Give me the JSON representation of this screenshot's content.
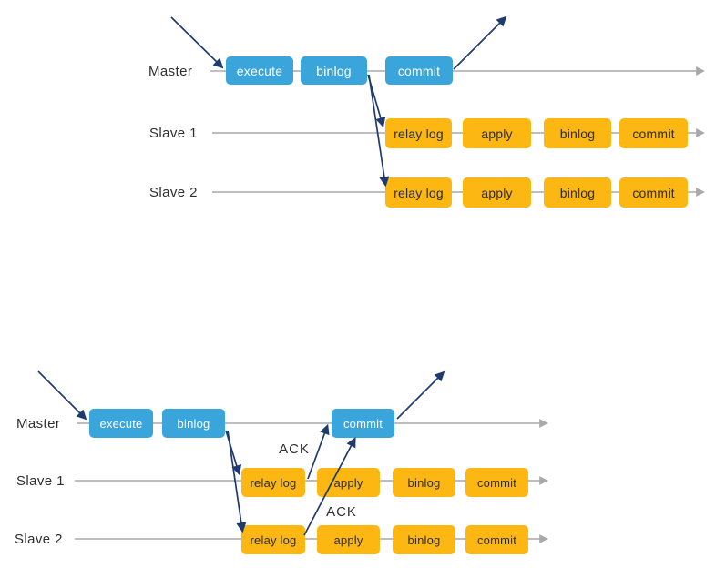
{
  "colors": {
    "box-blue": "#39a5da",
    "box-yellow": "#fcb713",
    "arrow-navy": "#1f3a6e",
    "line-gray": "#a9a9ad",
    "text-dark": "#2e2e2e",
    "box-text-dark": "#2b2b3f",
    "box-text-light": "#ffffff"
  },
  "top_diagram": {
    "master": {
      "label": "Master",
      "boxes": [
        "execute",
        "binlog",
        "commit"
      ]
    },
    "slave1": {
      "label": "Slave 1",
      "boxes": [
        "relay log",
        "apply",
        "binlog",
        "commit"
      ]
    },
    "slave2": {
      "label": "Slave 2",
      "boxes": [
        "relay log",
        "apply",
        "binlog",
        "commit"
      ]
    }
  },
  "bottom_diagram": {
    "master": {
      "label": "Master",
      "boxes": [
        "execute",
        "binlog",
        "commit"
      ]
    },
    "slave1": {
      "label": "Slave 1",
      "boxes": [
        "relay log",
        "apply",
        "binlog",
        "commit"
      ]
    },
    "slave2": {
      "label": "Slave 2",
      "boxes": [
        "relay log",
        "apply",
        "binlog",
        "commit"
      ]
    },
    "ack_slave1": "ACK",
    "ack_slave2": "ACK"
  }
}
